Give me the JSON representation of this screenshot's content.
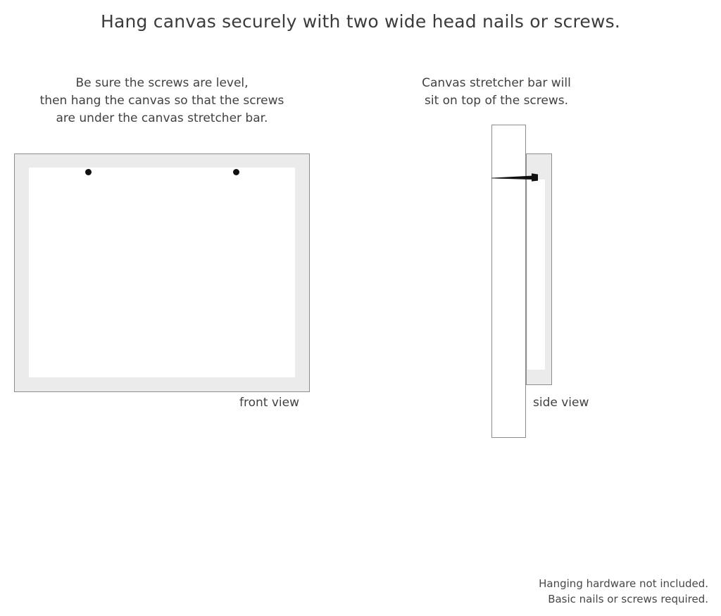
{
  "title": "Hang canvas securely with two wide head nails or screws.",
  "captions": {
    "left": {
      "line1": "Be sure the screws are level,",
      "line2": "then hang the canvas so that the screws",
      "line3": "are under the canvas stretcher bar."
    },
    "right": {
      "line1": "Canvas stretcher bar will",
      "line2": "sit on top of the screws."
    }
  },
  "diagrams": {
    "front": {
      "label": "front view",
      "screw_count": 2,
      "screw_dots": [
        "left-screw-dot",
        "right-screw-dot"
      ]
    },
    "side": {
      "label": "side view",
      "parts": [
        "wall",
        "canvas-stretcher-bar",
        "screw"
      ]
    }
  },
  "footer": {
    "line1": "Hanging hardware not included.",
    "line2": "Basic nails or screws required."
  },
  "colors": {
    "background": "#ffffff",
    "text": "#3c3c3c",
    "canvas_fill": "#ebebeb",
    "canvas_inner": "#ffffff",
    "outline": "#8d8d8d",
    "screw": "#111111"
  }
}
